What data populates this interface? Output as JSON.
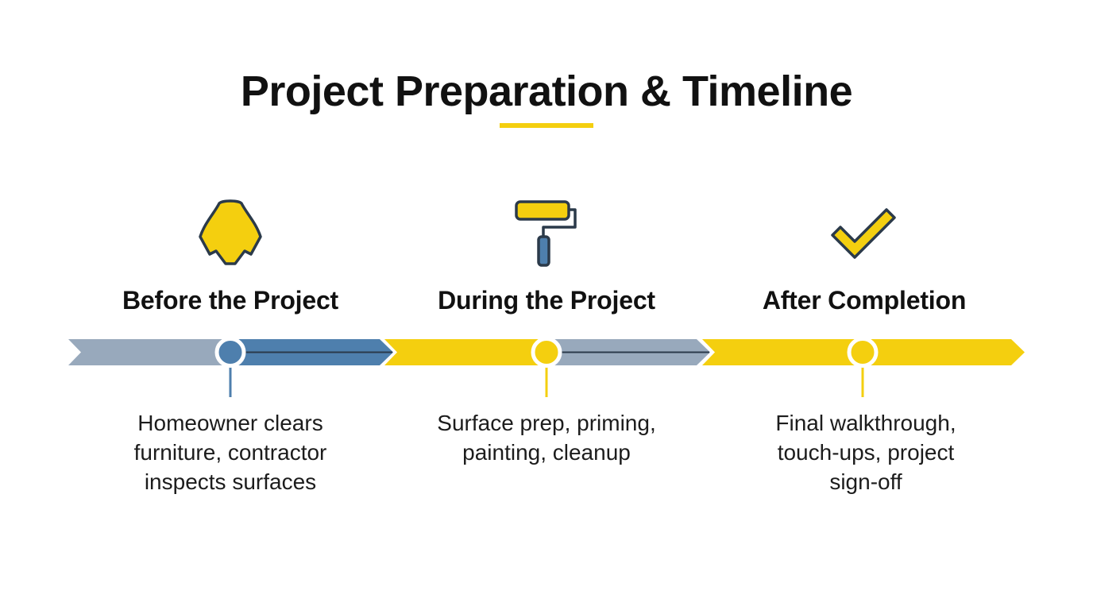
{
  "title": "Project Preparation & Timeline",
  "colors": {
    "yellow": "#f4cf0f",
    "blue": "#4e7fad",
    "gray_blue": "#98a9bc",
    "dark_outline": "#2b3a4a"
  },
  "stages": [
    {
      "icon": "drop-cloth-icon",
      "title": "Before the Project",
      "description_lines": [
        "Homeowner clears",
        "furniture, contractor",
        "inspects surfaces"
      ]
    },
    {
      "icon": "paint-roller-icon",
      "title": "During the Project",
      "description_lines": [
        "Surface prep, priming,",
        "painting, cleanup"
      ]
    },
    {
      "icon": "checkmark-icon",
      "title": "After Completion",
      "description_lines": [
        "Final walkthrough,",
        "touch-ups, project",
        "sign-off"
      ]
    }
  ]
}
